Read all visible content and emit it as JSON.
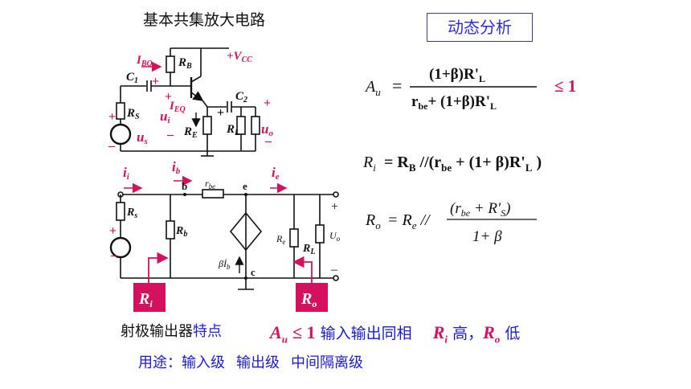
{
  "slide": {
    "title": "基本共集放大电路",
    "badge": "动态分析",
    "feature_label": "射极输出器",
    "feature_highlight": "特点",
    "feature_au": "A",
    "feature_au_sub": "u",
    "feature_le1": "≤ 1",
    "feature_phase": "输入输出同相",
    "feature_ri": "R",
    "feature_ri_sub": "i",
    "feature_high": "高，",
    "feature_ro": "R",
    "feature_ro_sub": "o",
    "feature_low": "低",
    "usage_label": "用途：",
    "usage_items": [
      "输入级",
      "输出级",
      "中间隔离级"
    ]
  },
  "circuit_top": {
    "ibq": "I",
    "ibq_sub": "BQ",
    "rb": "R",
    "rb_sub": "B",
    "vcc": "+V",
    "vcc_sub": "CC",
    "c1": "C",
    "c1_sub": "1",
    "c2": "C",
    "c2_sub": "2",
    "rs": "R",
    "rs_sub": "S",
    "ieq": "I",
    "ieq_sub": "EQ",
    "ui": "u",
    "ui_sub": "i",
    "re": "R",
    "re_sub": "E",
    "rl": "R",
    "rl_sub": "L",
    "uo": "u",
    "uo_sub": "o",
    "us": "u",
    "us_sub": "s",
    "plus": "+",
    "minus": "–"
  },
  "circuit_bottom": {
    "ii": "i",
    "ii_sub": "i",
    "ib": "i",
    "ib_sub": "b",
    "ie": "i",
    "ie_sub": "e",
    "node_b": "b",
    "node_e": "e",
    "node_c": "c",
    "rbe": "r",
    "rbe_sub": "be",
    "rs": "R",
    "rs_sub": "s",
    "rb": "R",
    "rb_sub": "b",
    "re": "R",
    "re_sub": "e",
    "rl": "R",
    "rl_sub": "L",
    "uo": "U",
    "uo_sub": "o",
    "beta_ib": "βİ",
    "beta_ib_sub": "b",
    "ri_label": "R",
    "ri_label_sub": "i",
    "ro_label": "R",
    "ro_label_sub": "o"
  },
  "formulas": {
    "au_lhs": "A",
    "au_lhs_sub": "u",
    "au_num": "(1+β)R'",
    "au_num_sub": "L",
    "au_den_a": "r",
    "au_den_a_sub": "be",
    "au_den_b": "+ (1+β)R'",
    "au_den_b_sub": "L",
    "au_le": "≤ 1",
    "ri_lhs": "R",
    "ri_lhs_sub": "i",
    "ri_rhs_a": "= R",
    "ri_rhs_a_sub": "B",
    "ri_rhs_b": " //(r",
    "ri_rhs_b_sub": "be",
    "ri_rhs_c": " + (1+ β)R'",
    "ri_rhs_c_sub": "L",
    "ri_rhs_d": " )",
    "ro_lhs": "R",
    "ro_lhs_sub": "o",
    "ro_eq": "= R",
    "ro_eq_sub": "e",
    "ro_par": " //",
    "ro_num_a": "(r",
    "ro_num_a_sub": "be",
    "ro_num_b": " + R'",
    "ro_num_b_sub": "S",
    "ro_num_c": ")",
    "ro_den": "1+ β"
  },
  "colors": {
    "accent": "#d3115f",
    "blue": "#1a1ad6",
    "ink": "#111111"
  }
}
